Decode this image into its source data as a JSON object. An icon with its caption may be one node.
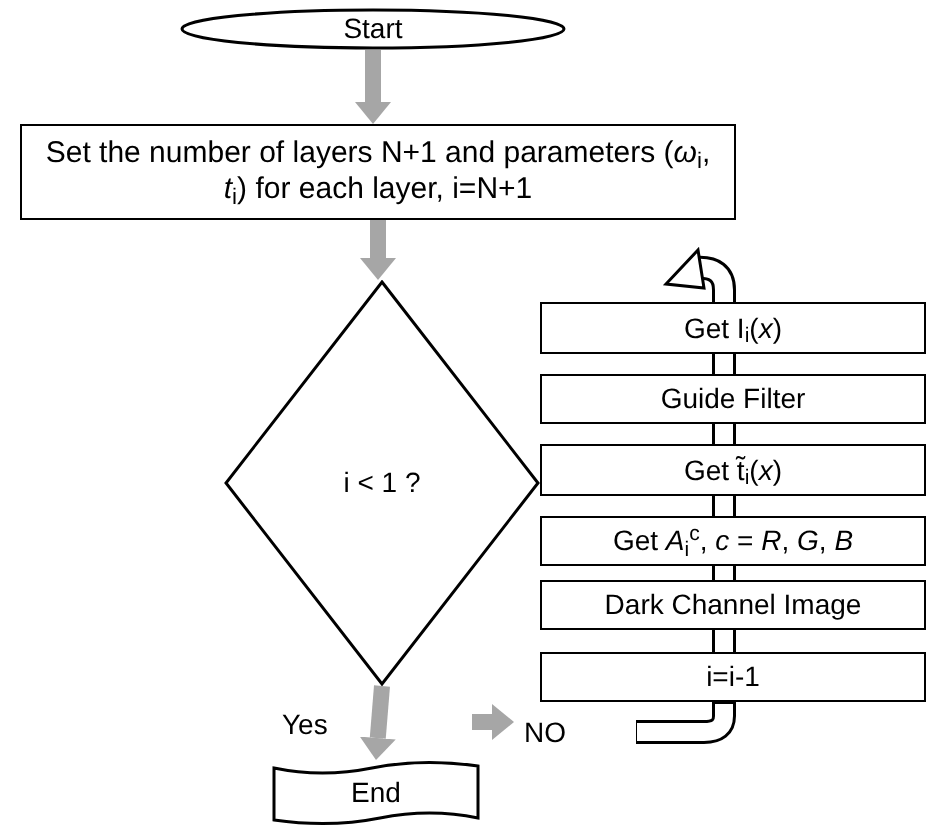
{
  "diagram": {
    "nodes": [
      {
        "text": [
          "Start"
        ]
      },
      {
        "text": [
          "Set the number of layers N+1 and parameters (*ω*$_{i}$, *t*$_{i}$) for each layer, i=N+1"
        ]
      },
      {
        "text": [
          "i < 1 ?"
        ]
      },
      {
        "text": [
          "Get I$_{i}$(*x*)"
        ]
      },
      {
        "text": [
          "Guide Filter"
        ]
      },
      {
        "text": [
          "Get t̃$_{i}$(*x*)"
        ]
      },
      {
        "text": [
          "Get *A*$_{i}$$^{c}$, *c* = *R*, *G*, *B*"
        ]
      },
      {
        "text": [
          "Dark Channel Image"
        ]
      },
      {
        "text": [
          "i=i-1"
        ]
      },
      {
        "text": [
          "End"
        ]
      }
    ],
    "edges": [
      {
        "from": 0,
        "to": 1,
        "arrow": "to"
      },
      {
        "from": 1,
        "to": 2,
        "arrow": "to"
      },
      {
        "from": 2,
        "to": 9,
        "arrow": "to",
        "label": "Yes"
      },
      {
        "from": null,
        "to": 8,
        "arrow": "to",
        "label": "NO",
        "color": "#000000"
      },
      {
        "from": 8,
        "to": 7,
        "arrow": "none"
      },
      {
        "from": 7,
        "to": 6,
        "arrow": "none"
      },
      {
        "from": 6,
        "to": 5,
        "arrow": "none"
      },
      {
        "from": 5,
        "to": 4,
        "arrow": "none"
      },
      {
        "from": 4,
        "to": 3,
        "arrow": "none"
      },
      {
        "from": 3,
        "to": null,
        "arrow": "to"
      }
    ]
  }
}
